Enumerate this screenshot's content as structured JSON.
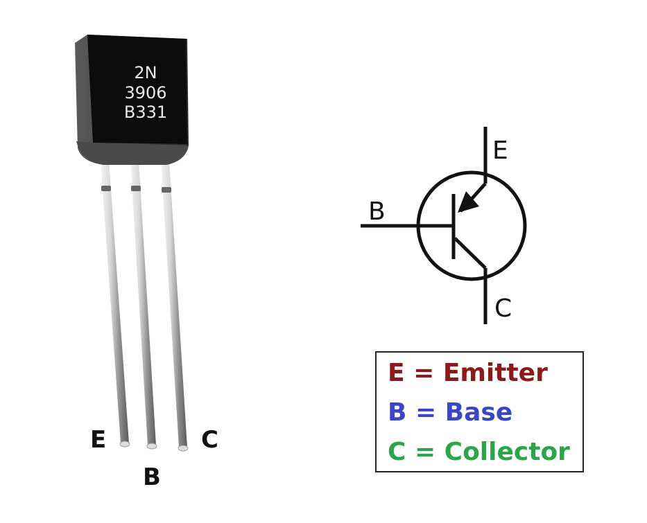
{
  "component": {
    "marking_lines": [
      "2N",
      "3906",
      "B331"
    ],
    "pin_labels": {
      "left": "E",
      "middle": "B",
      "right": "C"
    }
  },
  "symbol": {
    "type": "PNP transistor",
    "labels": {
      "emitter": "E",
      "base": "B",
      "collector": "C"
    }
  },
  "legend": {
    "items": [
      {
        "text": "E = Emitter",
        "color": "#8b1a1a"
      },
      {
        "text": "B = Base",
        "color": "#3a46c8"
      },
      {
        "text": "C = Collector",
        "color": "#2aa54a"
      }
    ]
  }
}
